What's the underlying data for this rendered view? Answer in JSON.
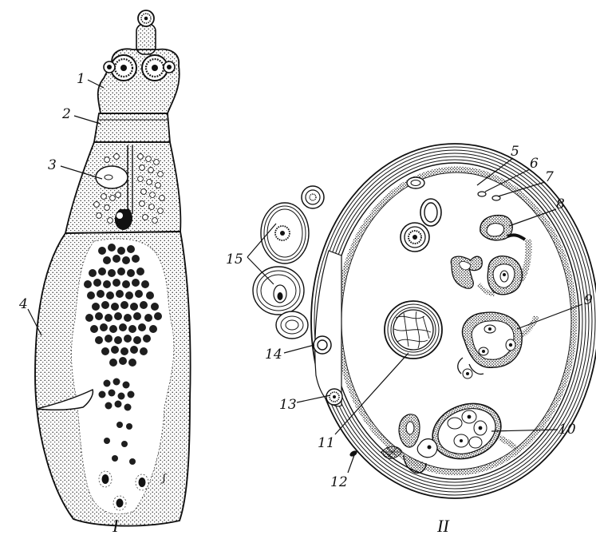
{
  "figure": {
    "panel_labels": {
      "left": "I",
      "right": "II"
    },
    "callouts": [
      "1",
      "2",
      "3",
      "4",
      "5",
      "6",
      "7",
      "8",
      "9",
      "10",
      "11",
      "12",
      "13",
      "14",
      "15"
    ]
  },
  "colors": {
    "ink": "#111111",
    "paper": "#ffffff",
    "stipple": "#3a3a3a"
  }
}
